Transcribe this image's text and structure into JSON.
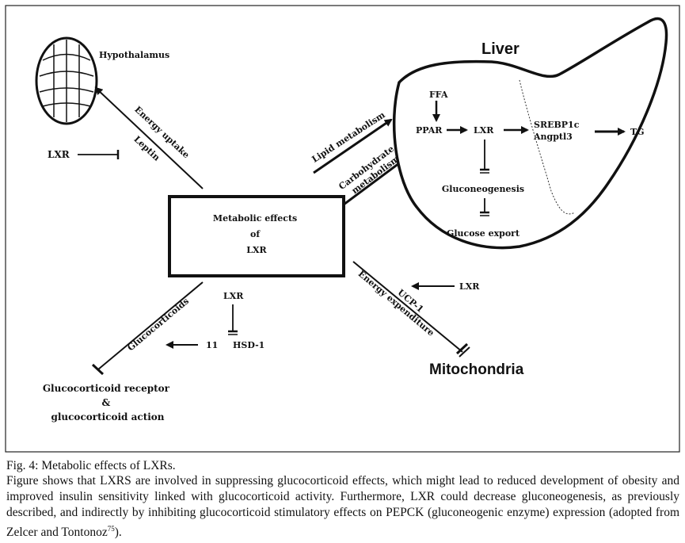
{
  "diagram": {
    "center_label": [
      "Metabolic effects",
      "of",
      "LXR"
    ],
    "hypothalamus_label": "Hypothalamus",
    "liver_label": "Liver",
    "mitochondria_label": "Mitochondria",
    "arrow_energy_intake": [
      "Energy uptake",
      "Leptin"
    ],
    "arrow_lipid": "Lipid metabolism",
    "arrow_carb": [
      "Carbohydrate",
      "metabolism"
    ],
    "arrow_energy_exp": [
      "UCP-1",
      "Energy expenditure"
    ],
    "arrow_gluco": "Glucocorticoids",
    "lxr_hypo": "LXR",
    "lxr_mito": "LXR",
    "lxr_hsd": "LXR",
    "hsd_11": "11",
    "hsd_label": "HSD-1",
    "gr_label": [
      "Glucocorticoid receptor",
      "&",
      "glucocorticoid action"
    ],
    "liver_ffa": "FFA",
    "liver_ppar": "PPAR",
    "liver_lxr": "LXR",
    "liver_srebp": "SREBP1c",
    "liver_angptl": "Angptl3",
    "liver_tg": "TG",
    "liver_gluconeo": "Gluconeogenesis",
    "liver_glucose_export": "Glucose export"
  },
  "caption": {
    "title": "Fig. 4: Metabolic effects of LXRs.",
    "body": "Figure shows that LXRS are involved in suppressing glucocorticoid effects, which might lead to reduced development of obesity and improved insulin sensitivity linked with glucocorticoid activity. Furthermore, LXR could decrease gluconeogenesis, as previously described, and indirectly by inhibiting glucocorticoid stimulatory effects on PEPCK (gluconeogenic enzyme) expression (adopted from Zelcer and Tontonoz",
    "ref": "75",
    "tail": ")."
  }
}
